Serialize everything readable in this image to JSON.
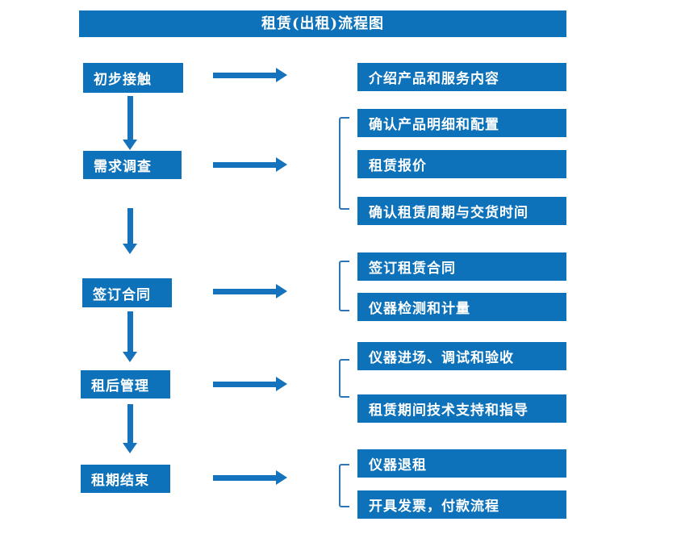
{
  "title": "租赁(出租)流程图",
  "colors": {
    "primary": "#0d72b9",
    "arrow": "#1473bc",
    "bracket": "#2e75b6",
    "text": "#ffffff"
  },
  "flow": [
    {
      "step": "初步接触",
      "details": [
        "介绍产品和服务内容"
      ]
    },
    {
      "step": "需求调查",
      "details": [
        "确认产品明细和配置",
        "租赁报价",
        "确认租赁周期与交货时间"
      ]
    },
    {
      "step": "签订合同",
      "details": [
        "签订租赁合同",
        "仪器检测和计量"
      ]
    },
    {
      "step": "租后管理",
      "details": [
        "仪器进场、调试和验收",
        "租赁期间技术支持和指导"
      ]
    },
    {
      "step": "租期结束",
      "details": [
        "仪器退租",
        "开具发票，付款流程"
      ]
    }
  ]
}
